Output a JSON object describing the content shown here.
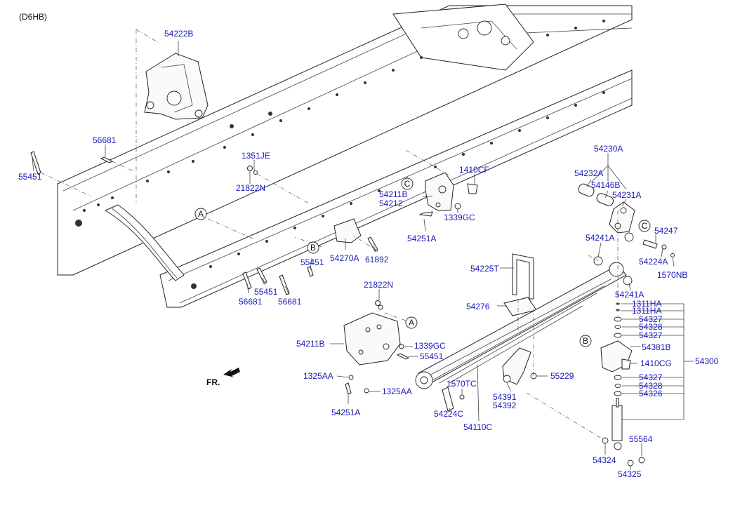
{
  "header": {
    "code": "(D6HB)"
  },
  "direction_label": "FR.",
  "ref_markers": {
    "a": "A",
    "b": "B",
    "c": "C"
  },
  "parts": {
    "p54222B": "54222B",
    "p56681_top": "56681",
    "p55451_top": "55451",
    "p1351JE": "1351JE",
    "p21822N_top": "21822N",
    "p1410CF": "1410CF",
    "p54211B_top": "54211B",
    "p54212": "54212",
    "p1339GC_top": "1339GC",
    "p54251A_top": "54251A",
    "p54270A": "54270A",
    "p61892": "61892",
    "p55451_mid": "55451",
    "p55451_low": "55451",
    "p56681_low1": "56681",
    "p56681_low2": "56681",
    "p54230A": "54230A",
    "p54232A": "54232A",
    "p54146B": "54146B",
    "p54231A": "54231A",
    "p54247": "54247",
    "p54241A_top": "54241A",
    "p54224A": "54224A",
    "p1570NB": "1570NB",
    "p54225T": "54225T",
    "p54241A_low": "54241A",
    "p21822N_low": "21822N",
    "p54276": "54276",
    "p1311HA_1": "1311HA",
    "p1311HA_2": "1311HA",
    "p54327_1": "54327",
    "p54328_1": "54328",
    "p54327_2": "54327",
    "p54381B": "54381B",
    "p1410CG": "1410CG",
    "p54300": "54300",
    "p54211B_low": "54211B",
    "p1339GC_low": "1339GC",
    "p55451_br": "55451",
    "p1325AA_1": "1325AA",
    "p1325AA_2": "1325AA",
    "p54251A_low": "54251A",
    "p1570TC": "1570TC",
    "p55229": "55229",
    "p54327_3": "54327",
    "p54328_2": "54328",
    "p54326": "54326",
    "p54391": "54391",
    "p54392": "54392",
    "p54224C": "54224C",
    "p54110C": "54110C",
    "p55564": "55564",
    "p54324": "54324",
    "p54325": "54325"
  }
}
